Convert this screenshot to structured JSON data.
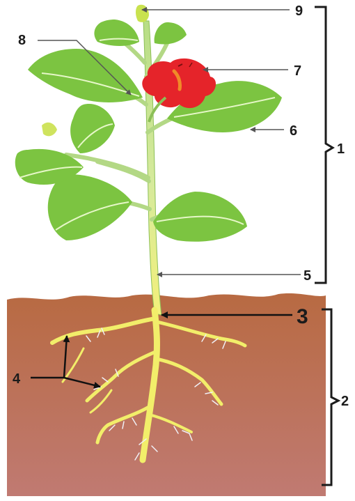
{
  "labels": {
    "l1": "1",
    "l2": "2",
    "l3": "3",
    "l4": "4",
    "l5": "5",
    "l6": "6",
    "l7": "7",
    "l8": "8",
    "l9": "9"
  },
  "colors": {
    "soil_top": "#b86a42",
    "soil_bottom": "#c07a72",
    "leaf": "#7cc441",
    "leaf_vein": "#e6f7c8",
    "stem": "#c9e29a",
    "root": "#f2ee6a",
    "flower": "#e5242a",
    "label_ink": "#1b1b1b"
  }
}
